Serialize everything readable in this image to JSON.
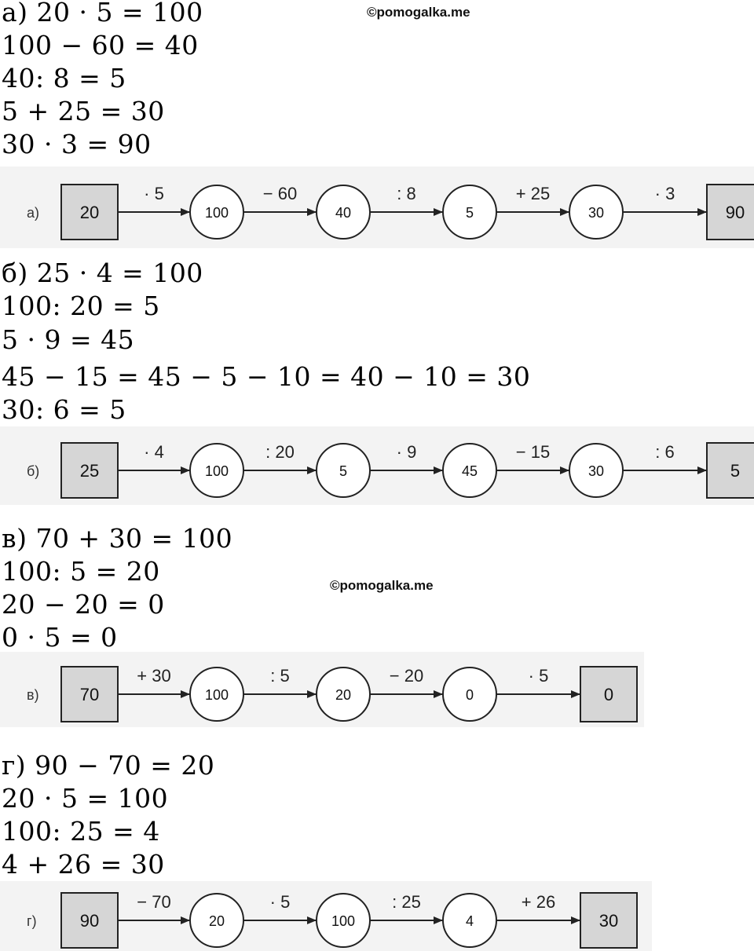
{
  "watermarks": [
    "©pomogalka.me",
    "©pomogalka.me"
  ],
  "sections": [
    {
      "equations": [
        "а) 20 · 5 = 100",
        "100 − 60 = 40",
        "40: 8 = 5",
        "5 + 25 = 30",
        "30 · 3 = 90"
      ],
      "chain": {
        "label": "а)",
        "start": "20",
        "ops": [
          "· 5",
          "− 60",
          ": 8",
          "+ 25",
          "· 3"
        ],
        "circles": [
          "100",
          "40",
          "5",
          "30"
        ],
        "end": "90"
      }
    },
    {
      "equations": [
        "б) 25 · 4 = 100",
        "100: 20 = 5",
        "5 · 9 = 45",
        "45 − 15 = 45 − 5 − 10 = 40 − 10 = 30",
        "30: 6 = 5"
      ],
      "chain": {
        "label": "б)",
        "start": "25",
        "ops": [
          "· 4",
          ": 20",
          "· 9",
          "− 15",
          ": 6"
        ],
        "circles": [
          "100",
          "5",
          "45",
          "30"
        ],
        "end": "5"
      }
    },
    {
      "equations": [
        "в) 70 + 30 = 100",
        "100: 5 = 20",
        "20 − 20 = 0",
        "0 · 5 = 0"
      ],
      "chain": {
        "label": "в)",
        "start": "70",
        "ops": [
          "+ 30",
          ": 5",
          "− 20",
          "· 5"
        ],
        "circles": [
          "100",
          "20",
          "0"
        ],
        "end": "0"
      }
    },
    {
      "equations": [
        "г) 90 − 70 = 20",
        "20 · 5 = 100",
        "100: 25 = 4",
        "4 + 26 = 30"
      ],
      "chain": {
        "label": "г)",
        "start": "90",
        "ops": [
          "− 70",
          "· 5",
          ": 25",
          "+ 26"
        ],
        "circles": [
          "20",
          "100",
          "4"
        ],
        "end": "30"
      }
    }
  ]
}
